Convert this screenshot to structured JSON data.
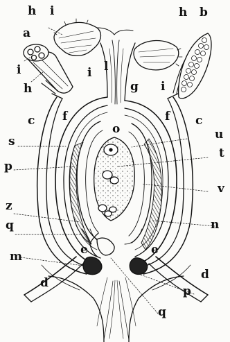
{
  "figure": {
    "labels": {
      "a": "a",
      "b": "b",
      "c": "c",
      "d": "d",
      "e": "e",
      "f": "f",
      "g": "g",
      "h": "h",
      "i": "i",
      "l": "l",
      "m": "m",
      "n": "n",
      "o": "o",
      "p": "p",
      "q": "q",
      "s": "s",
      "t": "t",
      "u": "u",
      "v": "v",
      "z": "z"
    },
    "colors": {
      "ink": "#111111",
      "paper": "#fbfbf9",
      "hatch": "#333333"
    }
  }
}
